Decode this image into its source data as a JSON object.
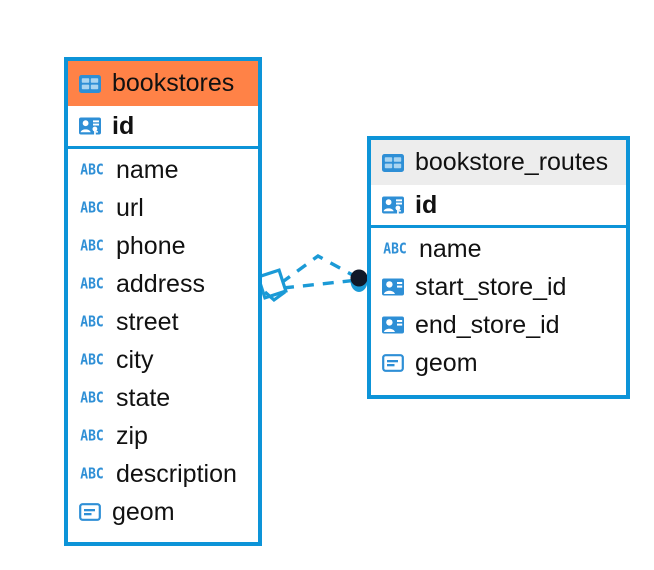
{
  "diagram": {
    "type": "entity-relationship-diagram",
    "colors": {
      "border": "#0D94D8",
      "header_accent": "#FF8247",
      "header_plain": "#EDEDED",
      "icon_blue": "#2E8FD6",
      "link": "#1B9AD6",
      "endpoint": "#101828",
      "text": "#111111",
      "background": "#FFFFFF"
    },
    "tables": [
      {
        "name": "bookstores",
        "header_style": "accent",
        "table_icon": "table-icon",
        "primary_key": {
          "label": "id",
          "icon": "primary-key-icon"
        },
        "fields": [
          {
            "label": "name",
            "icon": "text-type-icon",
            "icon_text": "ABC"
          },
          {
            "label": "url",
            "icon": "text-type-icon",
            "icon_text": "ABC"
          },
          {
            "label": "phone",
            "icon": "text-type-icon",
            "icon_text": "ABC"
          },
          {
            "label": "address",
            "icon": "text-type-icon",
            "icon_text": "ABC"
          },
          {
            "label": "street",
            "icon": "text-type-icon",
            "icon_text": "ABC"
          },
          {
            "label": "city",
            "icon": "text-type-icon",
            "icon_text": "ABC"
          },
          {
            "label": "state",
            "icon": "text-type-icon",
            "icon_text": "ABC"
          },
          {
            "label": "zip",
            "icon": "text-type-icon",
            "icon_text": "ABC"
          },
          {
            "label": "description",
            "icon": "text-type-icon",
            "icon_text": "ABC"
          },
          {
            "label": "geom",
            "icon": "geometry-type-icon",
            "icon_text": ""
          }
        ]
      },
      {
        "name": "bookstore_routes",
        "header_style": "plain",
        "table_icon": "table-icon",
        "primary_key": {
          "label": "id",
          "icon": "primary-key-icon"
        },
        "fields": [
          {
            "label": "name",
            "icon": "text-type-icon",
            "icon_text": "ABC"
          },
          {
            "label": "start_store_id",
            "icon": "foreign-key-icon",
            "icon_text": ""
          },
          {
            "label": "end_store_id",
            "icon": "foreign-key-icon",
            "icon_text": ""
          },
          {
            "label": "geom",
            "icon": "geometry-type-icon",
            "icon_text": ""
          }
        ]
      }
    ],
    "relationships": [
      {
        "from_table": "bookstores",
        "from_field": "id",
        "to_table": "bookstore_routes",
        "to_field": "start_store_id",
        "style": "dashed"
      },
      {
        "from_table": "bookstores",
        "from_field": "id",
        "to_table": "bookstore_routes",
        "to_field": "end_store_id",
        "style": "dashed"
      }
    ],
    "markers": {
      "source": "diamond-marker",
      "target": "filled-circle-marker"
    }
  }
}
